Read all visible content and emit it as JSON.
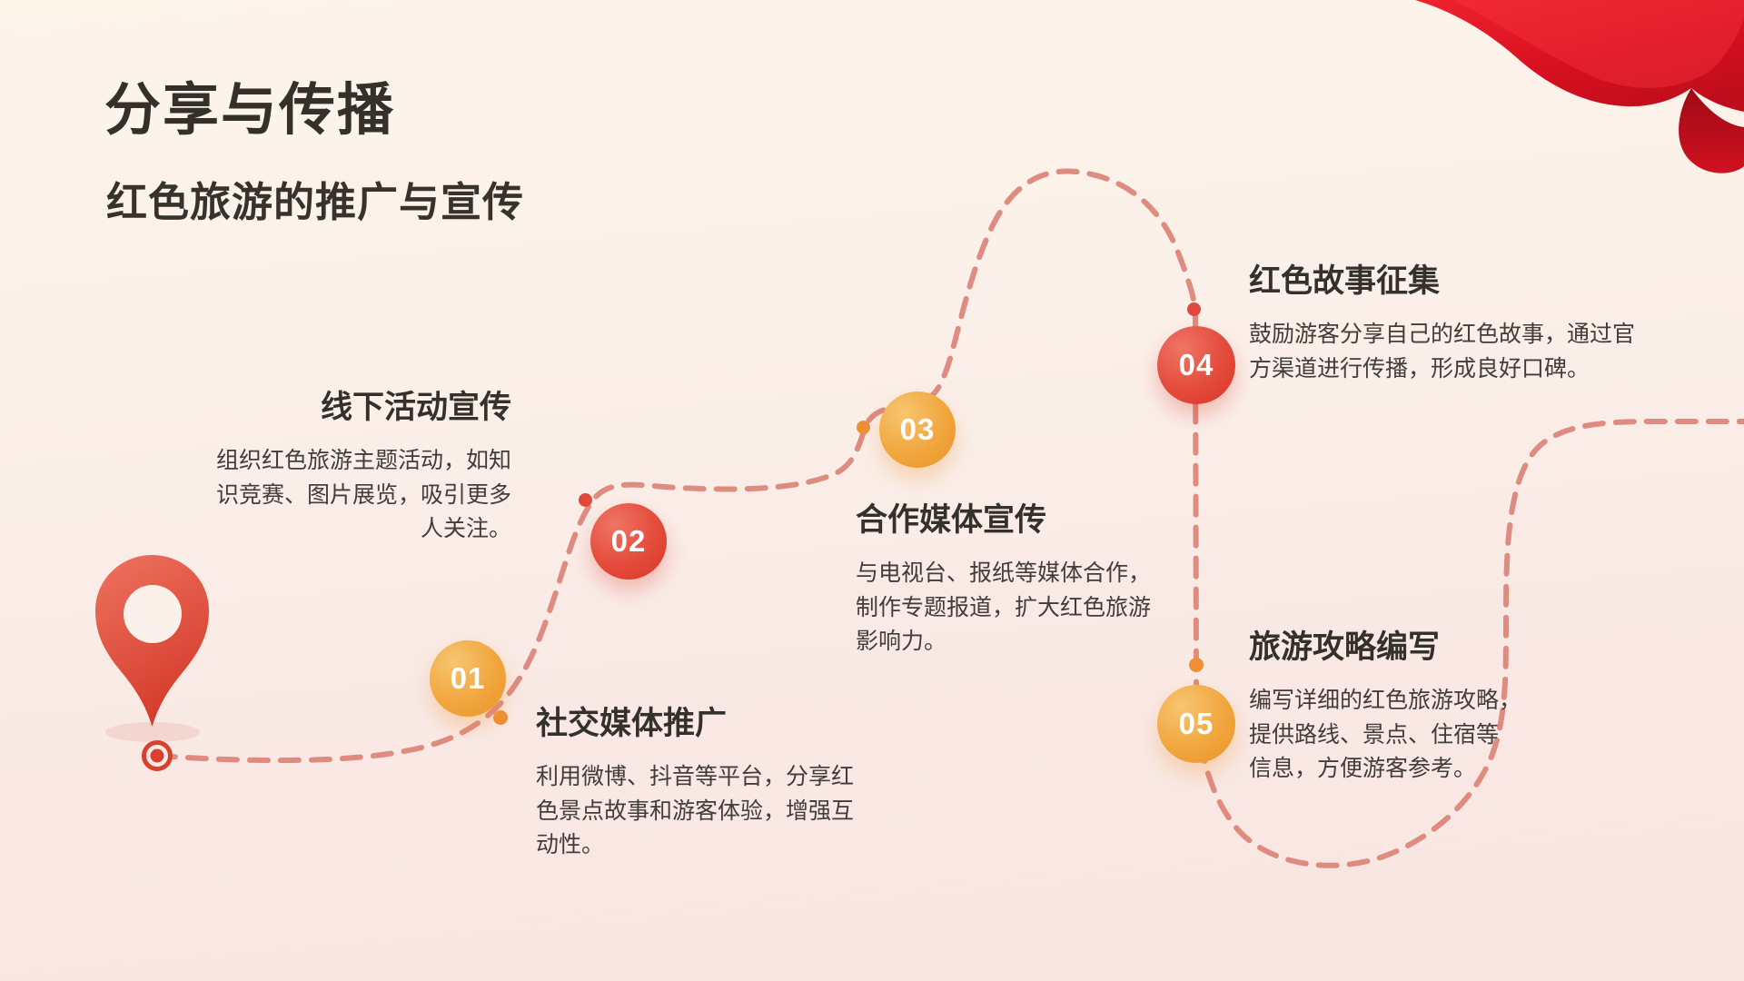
{
  "slide": {
    "title": "分享与传播",
    "subtitle": "红色旅游的推广与宣传"
  },
  "steps": [
    {
      "number": "01",
      "title": "社交媒体推广",
      "description_lines": [
        "利用微博、抖音等平台，分享红",
        "色景点故事和游客体验，增强互",
        "动性。"
      ],
      "accent": "orange"
    },
    {
      "number": "02",
      "title": "线下活动宣传",
      "description_lines": [
        "组织红色旅游主题活动，如知",
        "识竞赛、图片展览，吸引更多",
        "人关注。"
      ],
      "accent": "red"
    },
    {
      "number": "03",
      "title": "合作媒体宣传",
      "description_lines": [
        "与电视台、报纸等媒体合作，",
        "制作专题报道，扩大红色旅游",
        "影响力。"
      ],
      "accent": "orange"
    },
    {
      "number": "04",
      "title": "红色故事征集",
      "description_lines": [
        "鼓励游客分享自己的红色故事，通过官",
        "方渠道进行传播，形成良好口碑。"
      ],
      "accent": "red"
    },
    {
      "number": "05",
      "title": "旅游攻略编写",
      "description_lines": [
        "编写详细的红色旅游攻略，",
        "提供路线、景点、住宿等",
        "信息，方便游客参考。"
      ],
      "accent": "orange"
    }
  ],
  "decorations": {
    "pin_icon": "location-pin",
    "ribbon_icon": "red-ribbon",
    "start_marker": "route-start-marker",
    "path_style": "dashed-curve"
  },
  "colors": {
    "accent_red": "#e2483a",
    "accent_orange": "#f0a23e",
    "path_dash": "#de8b80",
    "title_text": "#34302a",
    "body_text": "#423d38",
    "background_top": "#fcf5ea",
    "background_bottom": "#f8e5e1",
    "ribbon_red": "#d8101f",
    "badge_number_text": "#ffffff"
  }
}
